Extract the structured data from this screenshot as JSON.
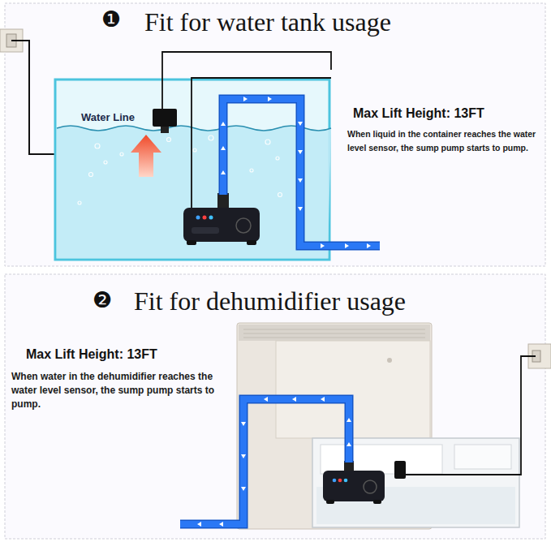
{
  "diagram": {
    "nodes": [
      {
        "text": [
          "Fit for water tank usage",
          "Max Lift Height: 13FT",
          "When liquid in the container reaches the water level sensor, the sump pump starts to pump."
        ]
      },
      {
        "text": [
          "Fit for dehumidifier usage",
          "Max Lift Height: 13FT",
          "When water in the dehumidifier reaches the water level sensor, the sump pump starts to pump."
        ]
      }
    ],
    "labels": [
      "❶",
      "Water Line",
      "❷"
    ]
  }
}
